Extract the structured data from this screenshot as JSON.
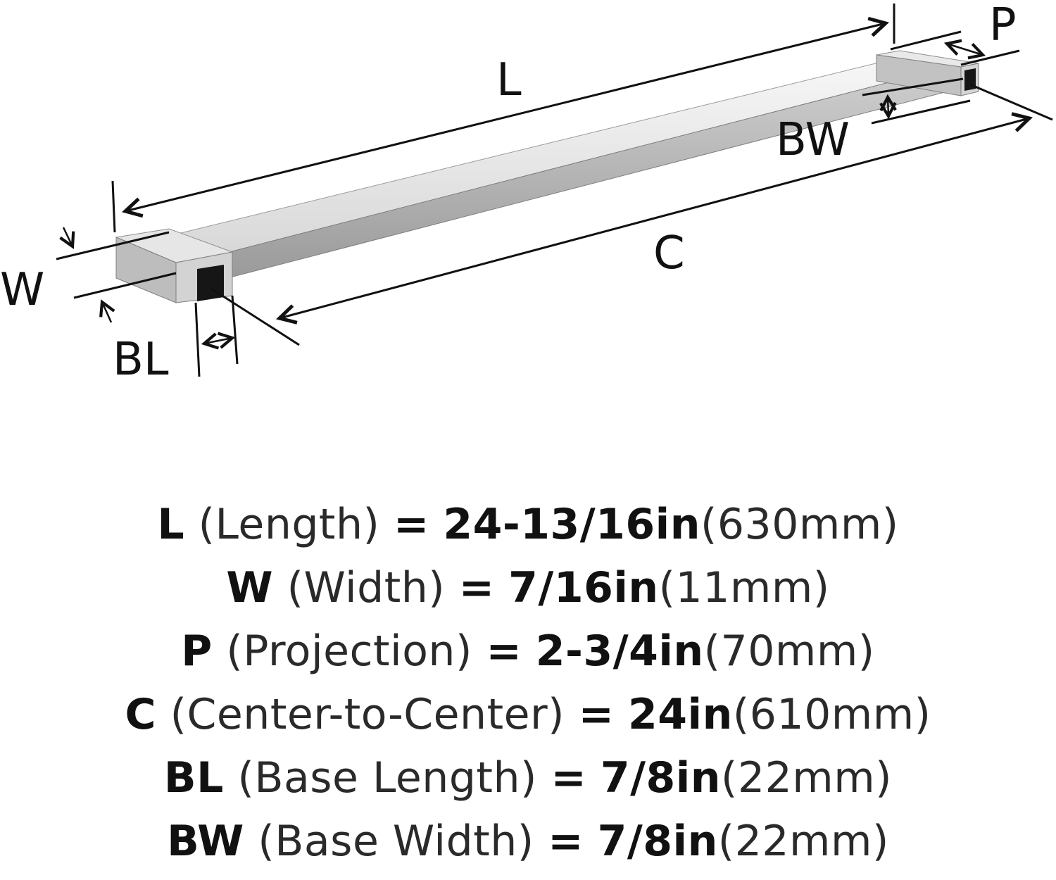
{
  "callouts": {
    "l": "L",
    "p": "P",
    "bw": "BW",
    "w": "W",
    "c": "C",
    "bl": "BL"
  },
  "specs": [
    {
      "code": "L",
      "name": "(Length)",
      "eq": "=",
      "imperial": "24-13/16in",
      "metric": "(630mm)"
    },
    {
      "code": "W",
      "name": "(Width)",
      "eq": "=",
      "imperial": "7/16in",
      "metric": "(11mm)"
    },
    {
      "code": "P",
      "name": "(Projection)",
      "eq": "=",
      "imperial": "2-3/4in",
      "metric": "(70mm)"
    },
    {
      "code": "C",
      "name": "(Center-to-Center)",
      "eq": "=",
      "imperial": "24in",
      "metric": "(610mm)"
    },
    {
      "code": "BL",
      "name": "(Base Length)",
      "eq": "=",
      "imperial": "7/8in",
      "metric": "(22mm)"
    },
    {
      "code": "BW",
      "name": "(Base Width)",
      "eq": "=",
      "imperial": "7/8in",
      "metric": "(22mm)"
    }
  ],
  "colors": {
    "ink": "#111111",
    "metal_light": "#ececec",
    "metal_mid": "#c9c9c9",
    "metal_dark": "#8d8d8d",
    "hole": "#161616"
  }
}
